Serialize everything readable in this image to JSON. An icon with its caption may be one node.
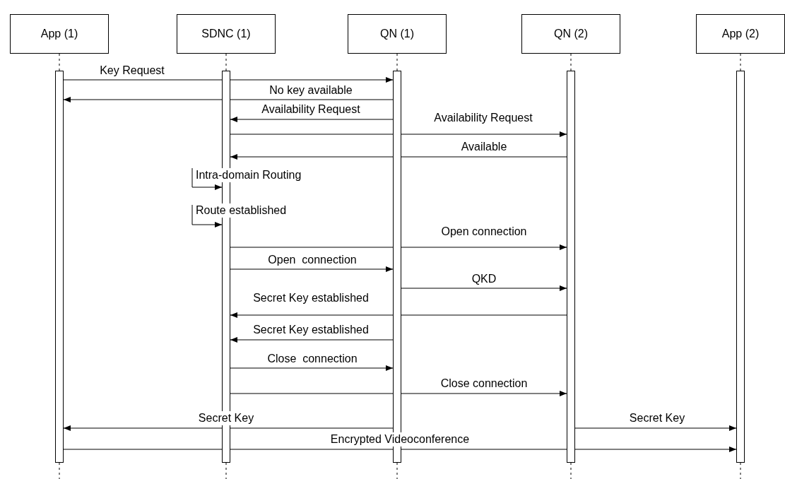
{
  "diagram": {
    "nodes": [
      {
        "text": [
          "App (1)"
        ]
      },
      {
        "text": [
          "SDNC (1)"
        ]
      },
      {
        "text": [
          "QN (1)"
        ]
      },
      {
        "text": [
          "QN (2)"
        ]
      },
      {
        "text": [
          "App (2)"
        ]
      },
      {
        "text": [],
        "shape": "bar"
      },
      {
        "text": [],
        "shape": "bar"
      },
      {
        "text": [],
        "shape": "bar"
      },
      {
        "text": [],
        "shape": "bar"
      },
      {
        "text": [],
        "shape": "bar"
      }
    ],
    "edges": [
      {
        "from": 5,
        "to": 7,
        "arrow": "to",
        "label": "Key Request"
      },
      {
        "from": 7,
        "to": 5,
        "arrow": "to",
        "label": "No key available"
      },
      {
        "from": 7,
        "to": 6,
        "arrow": "to",
        "label": "Availability Request"
      },
      {
        "from": 6,
        "to": 8,
        "arrow": "to",
        "label": "Availability Request"
      },
      {
        "from": 8,
        "to": 6,
        "arrow": "to",
        "label": "Available"
      },
      {
        "from": 6,
        "to": 6,
        "arrow": "to",
        "label": "Intra-domain Routing"
      },
      {
        "from": 6,
        "to": 6,
        "arrow": "to",
        "label": "Route established"
      },
      {
        "from": 6,
        "to": 8,
        "arrow": "to",
        "label": "Open connection"
      },
      {
        "from": 6,
        "to": 7,
        "arrow": "to",
        "label": "Open  connection"
      },
      {
        "from": 7,
        "to": 8,
        "arrow": "to",
        "label": "QKD"
      },
      {
        "from": 8,
        "to": 6,
        "arrow": "to",
        "label": "Secret Key established"
      },
      {
        "from": 7,
        "to": 6,
        "arrow": "to",
        "label": "Secret Key established"
      },
      {
        "from": 6,
        "to": 7,
        "arrow": "to",
        "label": "Close  connection"
      },
      {
        "from": 6,
        "to": 8,
        "arrow": "to",
        "label": "Close connection"
      },
      {
        "from": 7,
        "to": 5,
        "arrow": "to",
        "label": "Secret Key"
      },
      {
        "from": 8,
        "to": 9,
        "arrow": "to",
        "label": "Secret Key"
      },
      {
        "from": 5,
        "to": 9,
        "arrow": "to",
        "label": "Encrypted Videoconference"
      },
      {
        "from": 0,
        "to": 5,
        "arrow": "none",
        "style": "dashed"
      },
      {
        "from": 1,
        "to": 6,
        "arrow": "none",
        "style": "dashed"
      },
      {
        "from": 2,
        "to": 7,
        "arrow": "none",
        "style": "dashed"
      },
      {
        "from": 3,
        "to": 8,
        "arrow": "none",
        "style": "dashed"
      },
      {
        "from": 4,
        "to": 9,
        "arrow": "none",
        "style": "dashed"
      }
    ]
  }
}
